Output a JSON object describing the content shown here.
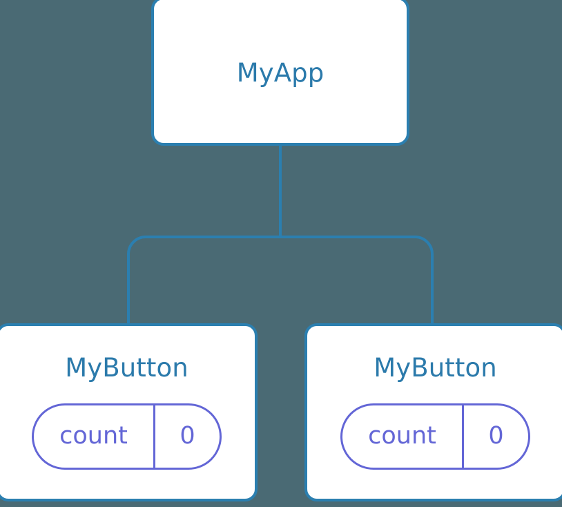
{
  "diagram": {
    "type": "component-tree",
    "background_color": "#4a6a74",
    "node_border_color": "#2b7fb0",
    "node_title_color": "#2b7aab",
    "state_accent_color": "#6366d6",
    "connector_color": "#2b7fb0"
  },
  "root": {
    "title": "MyApp"
  },
  "children": [
    {
      "title": "MyButton",
      "state": {
        "key": "count",
        "value": "0"
      }
    },
    {
      "title": "MyButton",
      "state": {
        "key": "count",
        "value": "0"
      }
    }
  ]
}
